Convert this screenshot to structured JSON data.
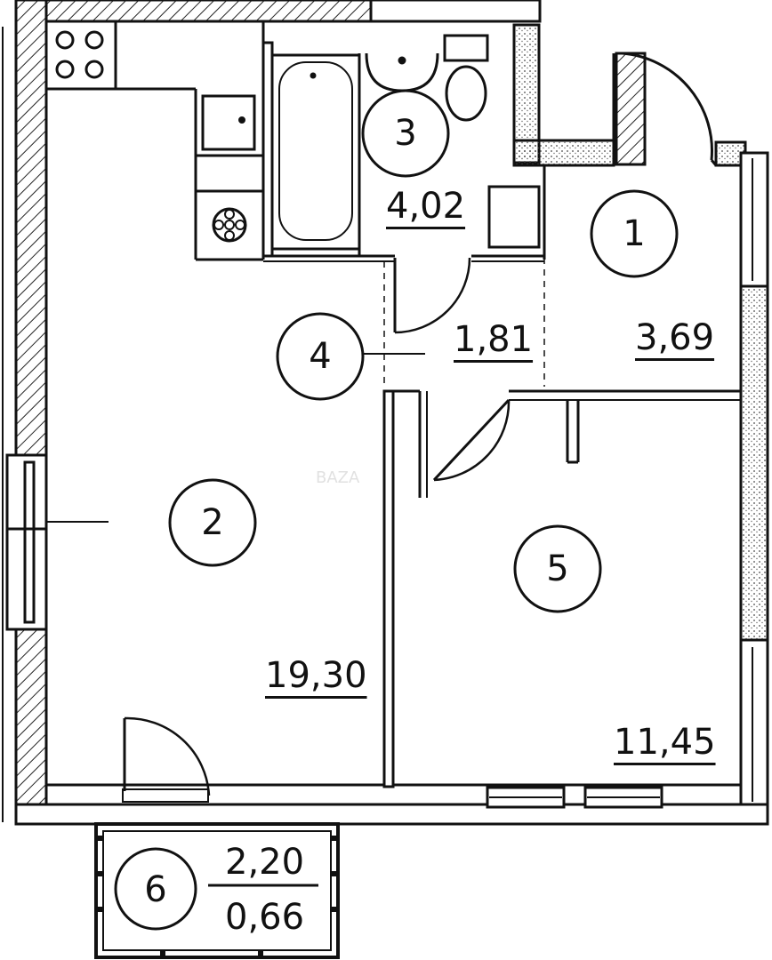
{
  "rooms": [
    {
      "id": "1",
      "area": "3,69"
    },
    {
      "id": "2",
      "area": "19,30"
    },
    {
      "id": "3",
      "area": "4,02"
    },
    {
      "id": "4",
      "area": "1,81"
    },
    {
      "id": "5",
      "area": "11,45"
    }
  ],
  "balcony": {
    "id": "6",
    "area": "2,20",
    "coef": "0,66"
  },
  "watermark": "BAZA"
}
